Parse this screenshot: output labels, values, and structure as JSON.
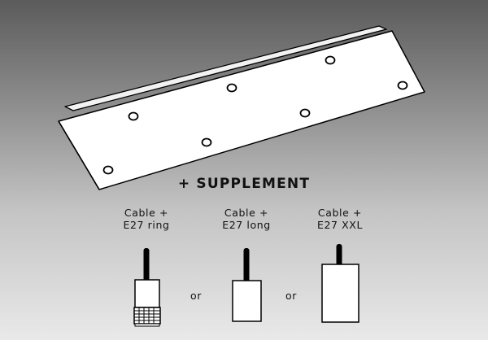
{
  "headline": "+ SUPPLEMENT",
  "options": [
    {
      "line1": "Cable +",
      "line2": "E27 ring"
    },
    {
      "line1": "Cable +",
      "line2": "E27 long"
    },
    {
      "line1": "Cable +",
      "line2": "E27 XXL"
    }
  ],
  "separators": [
    "or",
    "or"
  ],
  "colors": {
    "plate_fill": "#ffffff",
    "outline": "#000000",
    "background_top": "#5b5b5b",
    "background_bottom": "#e9e9e9"
  },
  "plate": {
    "hole_count": 7
  }
}
